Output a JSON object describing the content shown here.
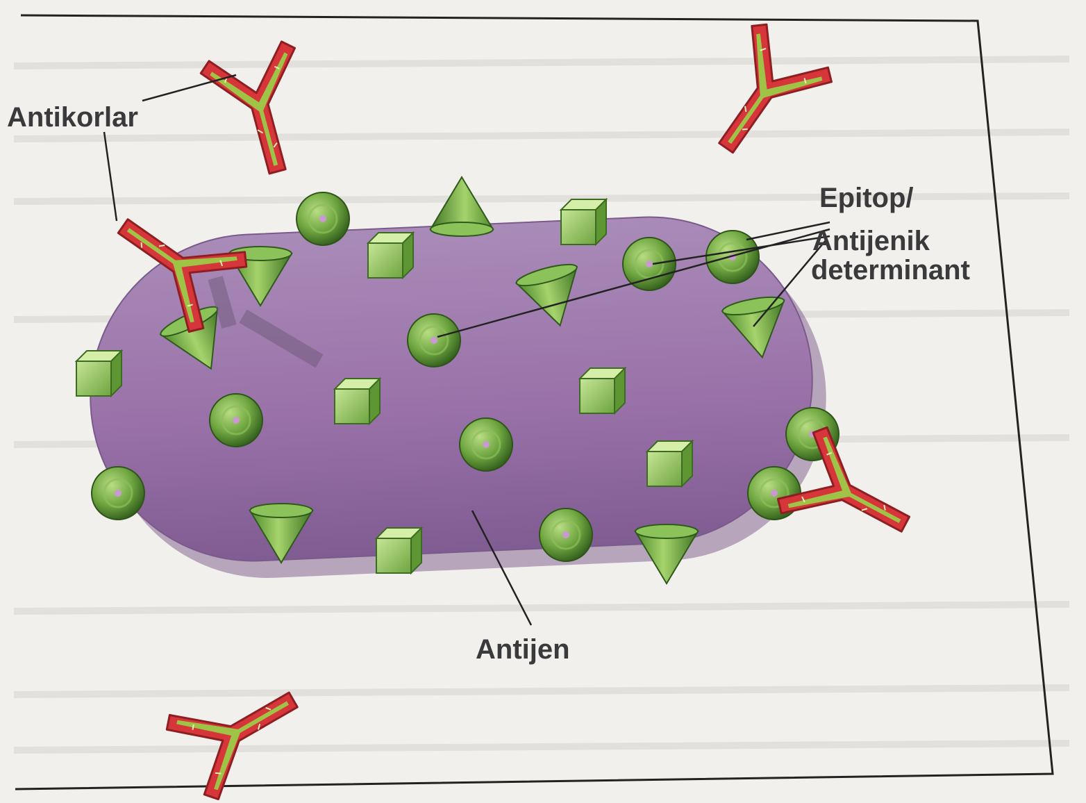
{
  "labels": {
    "antibodies": "Antikorlar",
    "epitope_line1": "Epitop/",
    "epitope_line2": "Antijenik",
    "epitope_line3": "determinant",
    "antigen": "Antijen"
  },
  "colors": {
    "paper": "#f1f0ec",
    "antigen_body": "#9f77ad",
    "antigen_shadow": "#6f4a82",
    "epitope_green": "#7ab44a",
    "epitope_dark": "#3d6b22",
    "antibody_red": "#d6363a",
    "antibody_core": "#9fc347",
    "label_text": "#3a3a3c",
    "frame": "#222222"
  },
  "icons": [
    "antibody-icon",
    "sphere-epitope-icon",
    "cone-epitope-icon",
    "cube-epitope-icon"
  ]
}
